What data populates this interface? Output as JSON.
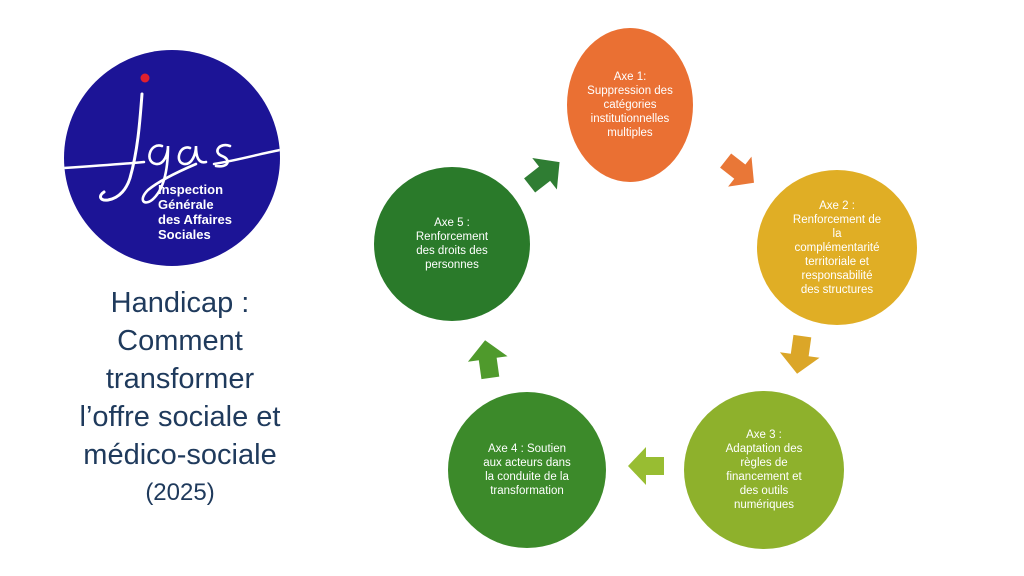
{
  "logo": {
    "wordmark": "igas",
    "org_lines": [
      "Inspection",
      "Générale",
      "des Affaires",
      "Sociales"
    ],
    "colors": {
      "disc": "#1c1496",
      "dot": "#e0202e",
      "text": "#ffffff"
    }
  },
  "title": {
    "lines": [
      "Handicap :",
      "Comment",
      "transformer",
      "l’offre sociale et",
      "médico-sociale"
    ],
    "year": "(2025)"
  },
  "axes": [
    {
      "text": "Axe 1:\nSuppression des\ncatégories\ninstitutionnelles\nmultiples",
      "color": "#ea7033"
    },
    {
      "text": "Axe 2 :\nRenforcement de\nla\ncomplémentarité\nterritoriale  et\nresponsabilité\ndes structures",
      "color": "#e0ae25"
    },
    {
      "text": "Axe 3 :\nAdaptation des\nrègles de\nfinancement et\ndes outils\nnumériques",
      "color": "#8eb12c"
    },
    {
      "text": "Axe 4 : Soutien\naux acteurs dans\nla conduite de la\ntransformation",
      "color": "#3c8a2a"
    },
    {
      "text": "Axe 5 :\nRenforcement\ndes droits des\npersonnes",
      "color": "#2a7a2a"
    }
  ],
  "arrows": [
    {
      "name": "arrow-axis1-to-axis2",
      "color": "#e97737"
    },
    {
      "name": "arrow-axis2-to-axis3",
      "color": "#dba628"
    },
    {
      "name": "arrow-axis3-to-axis4",
      "color": "#98bd32"
    },
    {
      "name": "arrow-axis4-to-axis5",
      "color": "#4f9a2c"
    },
    {
      "name": "arrow-axis5-to-axis1",
      "color": "#2f7d33"
    }
  ]
}
